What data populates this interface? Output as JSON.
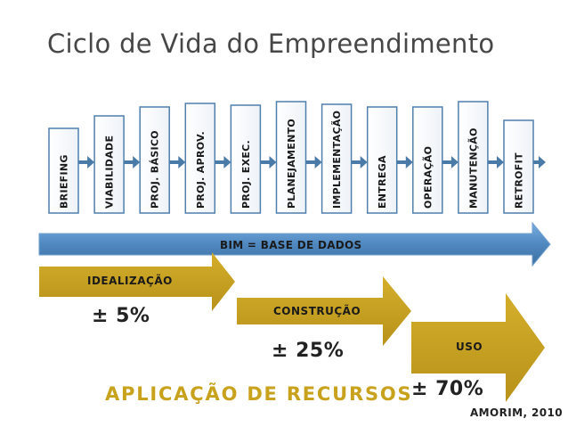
{
  "title": "Ciclo de Vida do Empreendimento",
  "stages": [
    "BRIEFING",
    "VIABILIDADE",
    "PROJ. BÁSICO",
    "PROJ. APROV.",
    "PROJ. EXEC.",
    "PLANEJAMENTO",
    "IMPLEMENTAÇÃO",
    "ENTREGA",
    "OPERAÇÃO",
    "MANUTENÇÃO",
    "RETROFIT"
  ],
  "bim_label": "BIM = BASE DE DADOS",
  "phases": [
    {
      "label": "IDEALIZAÇÃO",
      "percent": "± 5%"
    },
    {
      "label": "CONSTRUÇÃO",
      "percent": "± 25%"
    },
    {
      "label": "USO",
      "percent": "± 70%"
    }
  ],
  "footer_label": "APLICAÇÃO DE RECURSOS",
  "credit": "AMORIM, 2010",
  "colors": {
    "stage_fill": "#ffffff",
    "stage_border": "#4f7fad",
    "connector": "#4a7ba8",
    "bim_arrow": "#4e86bc",
    "phase_arrow": "#c9a31f",
    "accent_text": "#c8a21c"
  }
}
